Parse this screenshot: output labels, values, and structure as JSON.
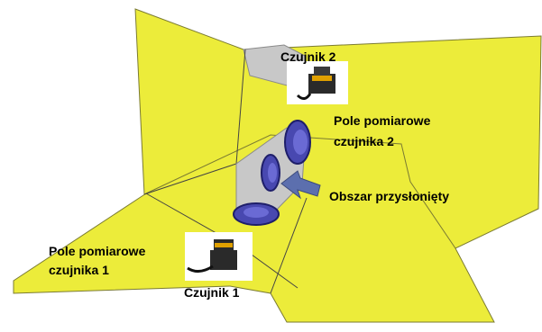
{
  "labels": {
    "sensor_2": "Czujnik 2",
    "sensor_1": "Czujnik 1",
    "field_2_line1": "Pole pomiarowe",
    "field_2_line2": "czujnika 2",
    "field_1_line1": "Pole pomiarowe",
    "field_1_line2": "czujnika 1",
    "occluded_area": "Obszar przysłonięty"
  },
  "colors": {
    "field": "#ecec3a",
    "occluded_gray": "#c8c8c8",
    "obstacle_blue": "#4848b0",
    "arrow": "#5c6fae"
  },
  "icons": {
    "sensor": "laser-scanner-icon",
    "arrow": "pointer-arrow-icon",
    "obstacle": "cylinder-obstacle"
  }
}
